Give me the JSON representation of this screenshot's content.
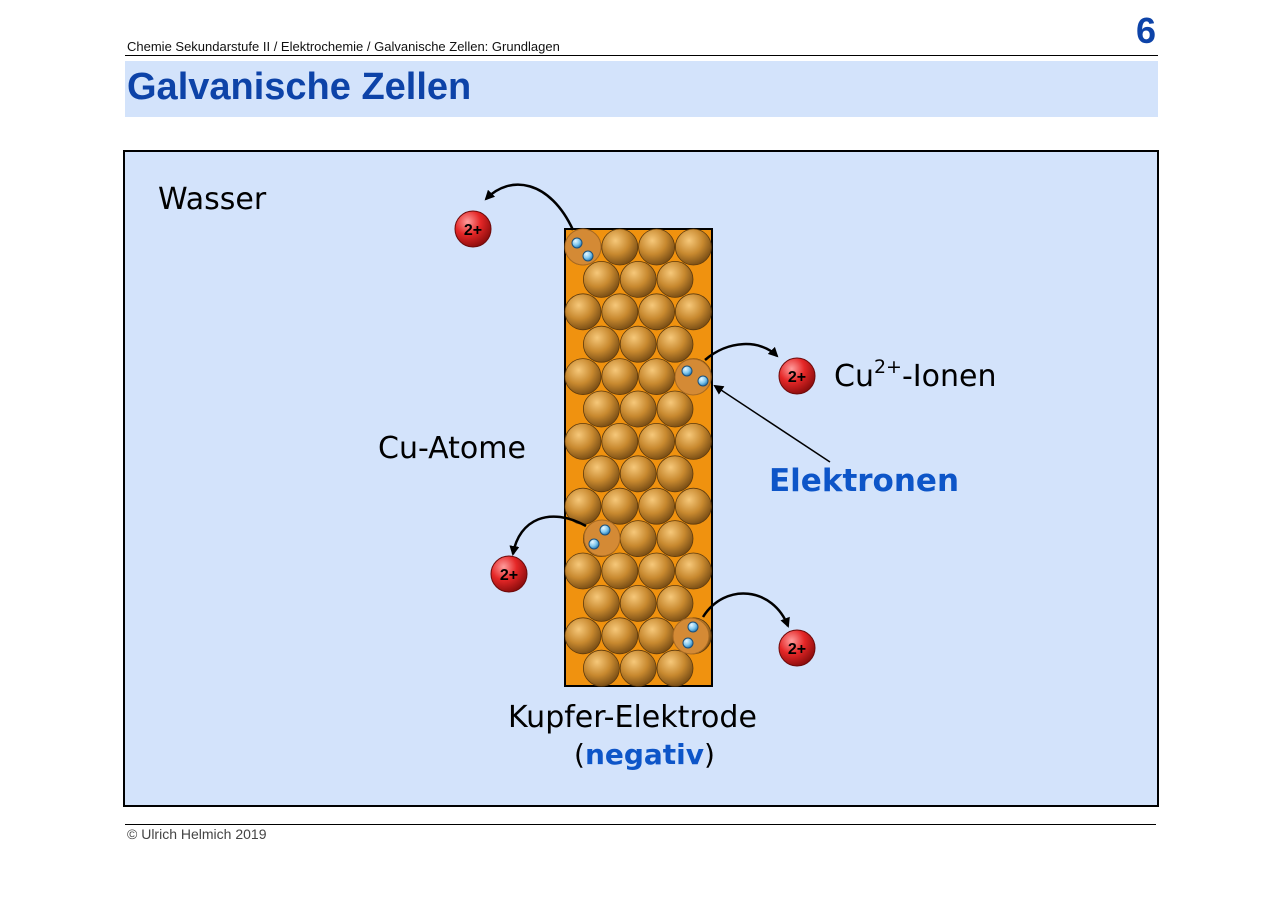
{
  "header": {
    "breadcrumb": "Chemie Sekundarstufe II / Elektrochemie / Galvanische Zellen: Grundlagen",
    "page_number": "6",
    "title": "Galvanische Zellen"
  },
  "diagram": {
    "labels": {
      "water": "Wasser",
      "atoms": "Cu-Atome",
      "ions_prefix": "Cu",
      "ions_charge": "2+",
      "ions_suffix": "-Ionen",
      "electrons": "Elektronen",
      "electrode": "Kupfer-Elektrode",
      "paren_open": "(",
      "polarity": "negativ",
      "paren_close": ")"
    },
    "ion_badge": "2+",
    "ion_count": 4,
    "colors": {
      "water": "#d3e3fb",
      "electrode": "#f0920f",
      "cu_atom": "#c8892f",
      "ion": "#e52727",
      "electron": "#7ec7ee",
      "accent": "#0d55c8"
    }
  },
  "footer": {
    "copyright": "© Ulrich Helmich 2019"
  }
}
